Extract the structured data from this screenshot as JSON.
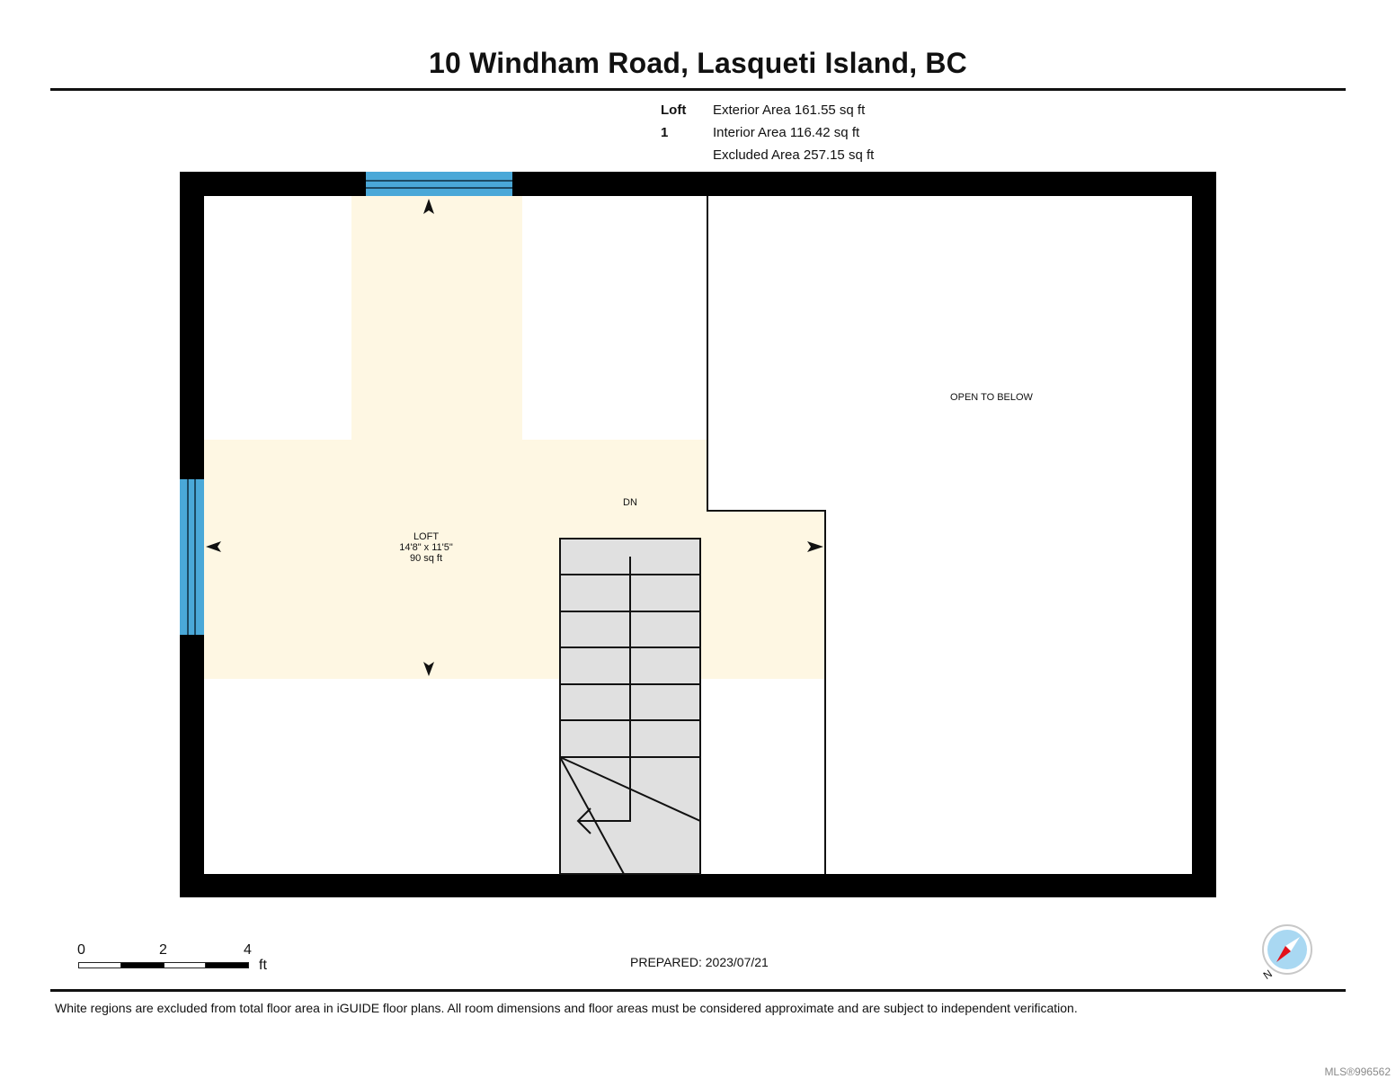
{
  "header": {
    "title": "10 Windham Road, Lasqueti Island, BC"
  },
  "floor_summary": {
    "floor_label": "Loft 1",
    "exterior_area": "Exterior Area 161.55 sq ft",
    "interior_area": "Interior Area 116.42 sq ft",
    "excluded_area": "Excluded Area 257.15 sq ft"
  },
  "plan": {
    "colors": {
      "wall": "#000000",
      "window": "#4aa8d8",
      "included_floor": "#fef7e3",
      "excluded_floor": "#ffffff",
      "stairs": "#e0e0e0"
    },
    "rooms": [
      {
        "name": "LOFT",
        "dimensions": "14'8\" x 11'5\"",
        "area": "90 sq ft"
      },
      {
        "name": "OPEN TO BELOW"
      }
    ],
    "stair_label": "DN"
  },
  "scale_bar": {
    "ticks": [
      "0",
      "2",
      "4"
    ],
    "unit": "ft"
  },
  "footer": {
    "prepared": "PREPARED: 2023/07/21",
    "disclaimer": "White regions are excluded from total floor area in iGUIDE floor plans. All room dimensions and floor areas must be considered approximate and are subject to independent verification.",
    "mls": "MLS®996562"
  },
  "compass": {
    "label": "N",
    "needle_color": "#e3101a",
    "dial_color": "#a9d8f2"
  }
}
